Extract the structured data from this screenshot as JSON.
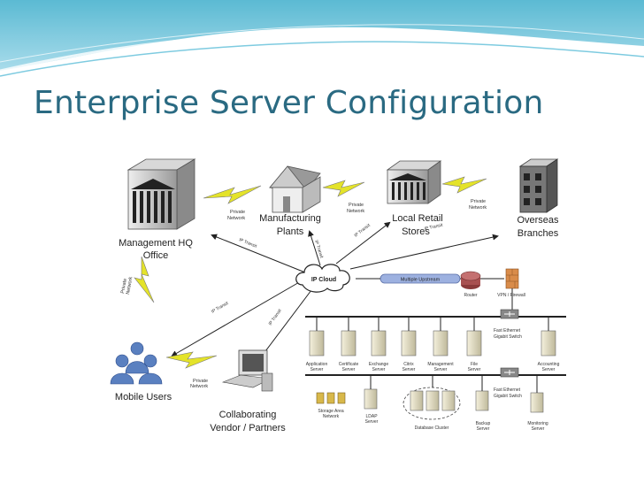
{
  "slide": {
    "title": "Enterprise Server Configuration",
    "accent": "#2a6a82"
  },
  "diagram": {
    "sites": {
      "hq": "Management HQ",
      "hq2": "Office",
      "plants": "Manufacturing",
      "plants2": "Plants",
      "retail": "Local Retail",
      "retail2": "Stores",
      "overseas": "Overseas",
      "overseas2": "Branches",
      "mobile": "Mobile Users",
      "vendor": "Collaborating",
      "vendor2": "Vendor / Partners"
    },
    "links": {
      "pn1": "Private",
      "pn1b": "Network",
      "pn2": "Private",
      "pn2b": "Network",
      "pn3": "Private",
      "pn3b": "Network",
      "pn4": "Private",
      "pn4b": "Network",
      "pn5": "Private",
      "pn5b": "Network",
      "ipt1": "IP Transit",
      "ipt2": "IP Transit",
      "ipt3": "IP Transit",
      "ipt4": "IP Transit",
      "ipt5": "IP Transit",
      "ipt6": "IP Transit"
    },
    "core": {
      "cloud": "IP Cloud",
      "upstream": "Multiple Upstream",
      "router": "Router",
      "firewall": "VPN / Firewall",
      "switch1": "Fast Ethernet",
      "switch1b": "Gigabit Switch",
      "switch2": "Fast Ethernet",
      "switch2b": "Gigabit Switch"
    },
    "servers": {
      "app": "Application",
      "app2": "Server",
      "cert": "Certificate",
      "cert2": "Server",
      "exch": "Exchange",
      "exch2": "Server",
      "citrix": "Citrix",
      "citrix2": "Server",
      "mgmt": "Management",
      "mgmt2": "Server",
      "file": "File",
      "file2": "Server",
      "acct": "Accounting",
      "acct2": "Server",
      "san": "Storage Area",
      "san2": "Network",
      "ldap": "LDAP",
      "ldap2": "Server",
      "dbc": "Database Cluster",
      "backup": "Backup",
      "backup2": "Server",
      "mon": "Monitoring",
      "mon2": "Server"
    }
  }
}
